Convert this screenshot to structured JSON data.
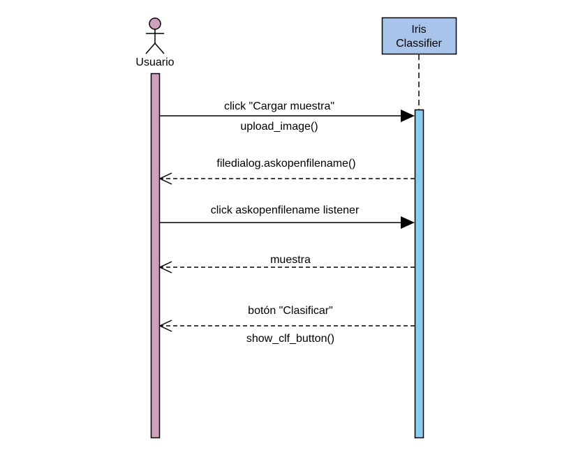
{
  "participants": {
    "actor": {
      "name": "Usuario",
      "head_color": "#cfa0bd",
      "activation_color": "#cfa0bd"
    },
    "system": {
      "line1": "Iris",
      "line2": "Classifier",
      "box_color": "#a9c4eb",
      "activation_color": "#87cdf2"
    }
  },
  "messages": [
    {
      "kind": "sync",
      "label_above": "click \"Cargar muestra\"",
      "label_below": "upload_image()"
    },
    {
      "kind": "return",
      "label_above": "filedialog.askopenfilename()",
      "label_below": ""
    },
    {
      "kind": "sync",
      "label_above": "click askopenfilename listener",
      "label_below": ""
    },
    {
      "kind": "return",
      "label_above": "muestra",
      "label_below": ""
    },
    {
      "kind": "return",
      "label_above": "botón \"Clasificar\"",
      "label_below": "show_clf_button()"
    }
  ]
}
